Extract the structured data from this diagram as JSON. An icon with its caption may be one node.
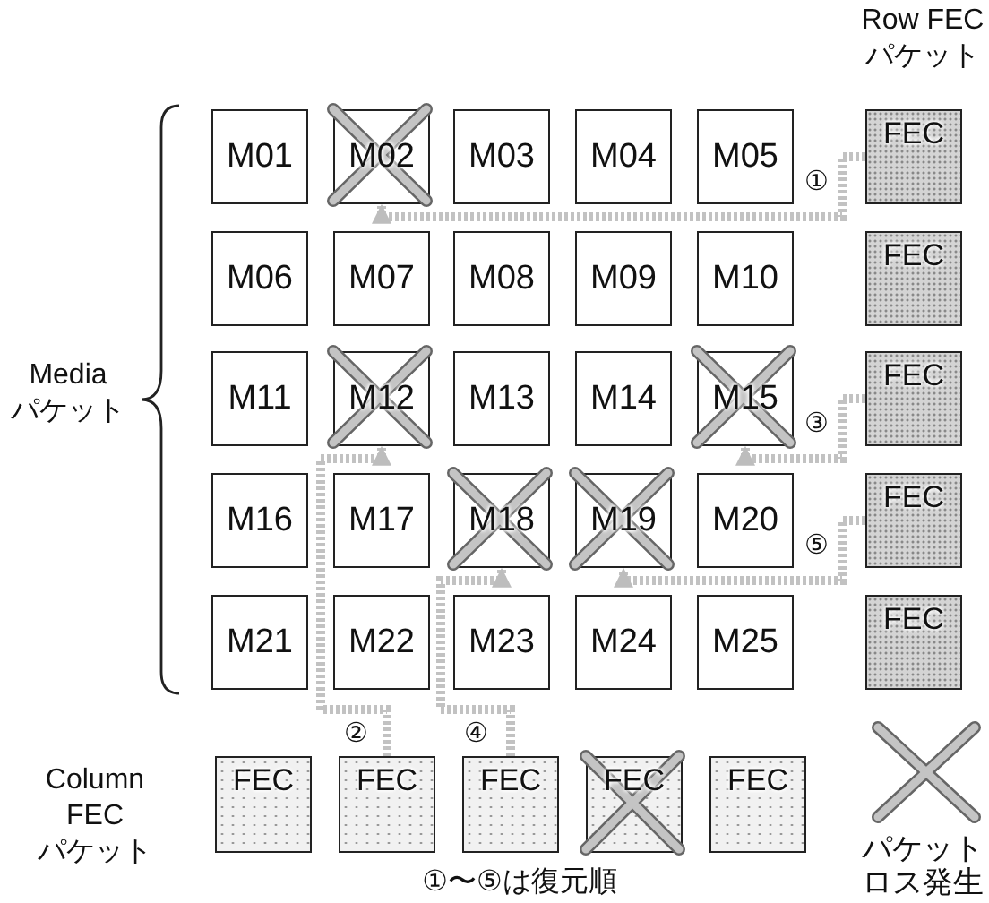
{
  "diagram": {
    "nodes": [
      {
        "text": [
          "M01"
        ]
      },
      {
        "text": [
          "M02"
        ]
      },
      {
        "text": [
          "M03"
        ]
      },
      {
        "text": [
          "M04"
        ]
      },
      {
        "text": [
          "M05"
        ]
      },
      {
        "text": [
          "M06"
        ]
      },
      {
        "text": [
          "M07"
        ]
      },
      {
        "text": [
          "M08"
        ]
      },
      {
        "text": [
          "M09"
        ]
      },
      {
        "text": [
          "M10"
        ]
      },
      {
        "text": [
          "M11"
        ]
      },
      {
        "text": [
          "M12"
        ]
      },
      {
        "text": [
          "M13"
        ]
      },
      {
        "text": [
          "M14"
        ]
      },
      {
        "text": [
          "M15"
        ]
      },
      {
        "text": [
          "M16"
        ]
      },
      {
        "text": [
          "M17"
        ]
      },
      {
        "text": [
          "M18"
        ]
      },
      {
        "text": [
          "M19"
        ]
      },
      {
        "text": [
          "M20"
        ]
      },
      {
        "text": [
          "M21"
        ]
      },
      {
        "text": [
          "M22"
        ]
      },
      {
        "text": [
          "M23"
        ]
      },
      {
        "text": [
          "M24"
        ]
      },
      {
        "text": [
          "M25"
        ]
      },
      {
        "text": [
          "FEC"
        ]
      },
      {
        "text": [
          "FEC"
        ]
      },
      {
        "text": [
          "FEC"
        ]
      },
      {
        "text": [
          "FEC"
        ]
      },
      {
        "text": [
          "FEC"
        ]
      },
      {
        "text": [
          "FEC"
        ]
      },
      {
        "text": [
          "FEC"
        ]
      },
      {
        "text": [
          "FEC"
        ]
      },
      {
        "text": [
          "FEC"
        ]
      },
      {
        "text": [
          "FEC"
        ]
      }
    ],
    "edges": [
      {
        "from": 25,
        "to": 1,
        "arrow": "to",
        "label": "①"
      },
      {
        "from": 31,
        "to": 11,
        "arrow": "to",
        "label": "②"
      },
      {
        "from": 27,
        "to": 14,
        "arrow": "to",
        "label": "③"
      },
      {
        "from": 32,
        "to": 17,
        "arrow": "to",
        "label": "④"
      },
      {
        "from": 28,
        "to": 18,
        "arrow": "to",
        "label": "⑤"
      }
    ],
    "labels": [
      "Row FEC パケット",
      "Media パケット",
      "Column FEC パケット",
      "①〜⑤は復元順"
    ],
    "legend": [
      {
        "text": "パケットロス発生"
      }
    ]
  }
}
